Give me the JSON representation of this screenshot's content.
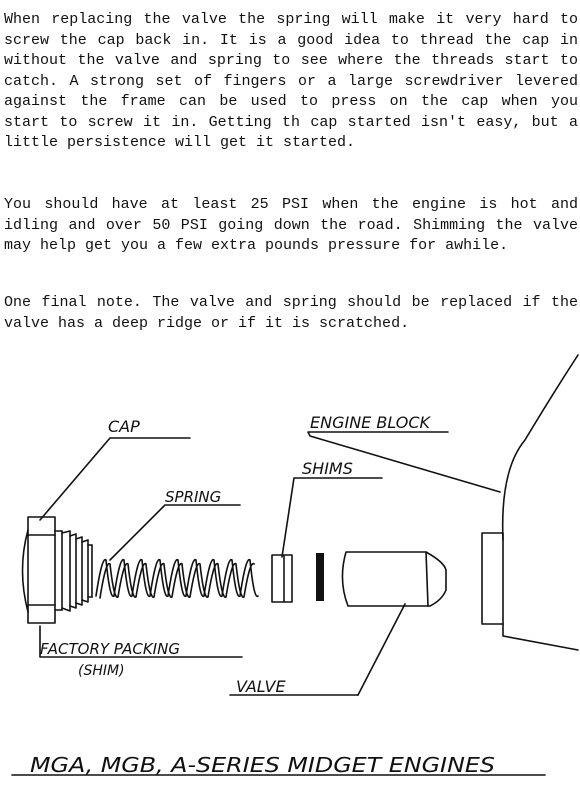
{
  "paragraphs": [
    "When replacing the valve the spring will make it very hard to screw the cap back in. It is a good idea to thread the cap in without the valve and spring to see where the threads start to catch. A strong set of fingers or a large screwdriver levered against the frame can be used to press on the cap when you start to screw it in. Getting th cap started isn't easy, but a little persistence will get it started.",
    "You should have at least 25 PSI when the engine is hot and idling and over 50 PSI going down the road. Shimming the valve may help get you a few extra pounds pressure for awhile.",
    "One final note.  The valve and spring should be replaced if the valve has a deep ridge or if it is scratched."
  ],
  "diagram": {
    "labels": {
      "cap": "CAP",
      "spring": "SPRING",
      "shims": "SHIMS",
      "engine_block": "ENGINE BLOCK",
      "factory_packing": "FACTORY PACKING",
      "factory_packing_note": "(SHIM)",
      "valve": "VALVE"
    },
    "caption": "MGA, MGB, A-SERIES MIDGET ENGINES"
  }
}
